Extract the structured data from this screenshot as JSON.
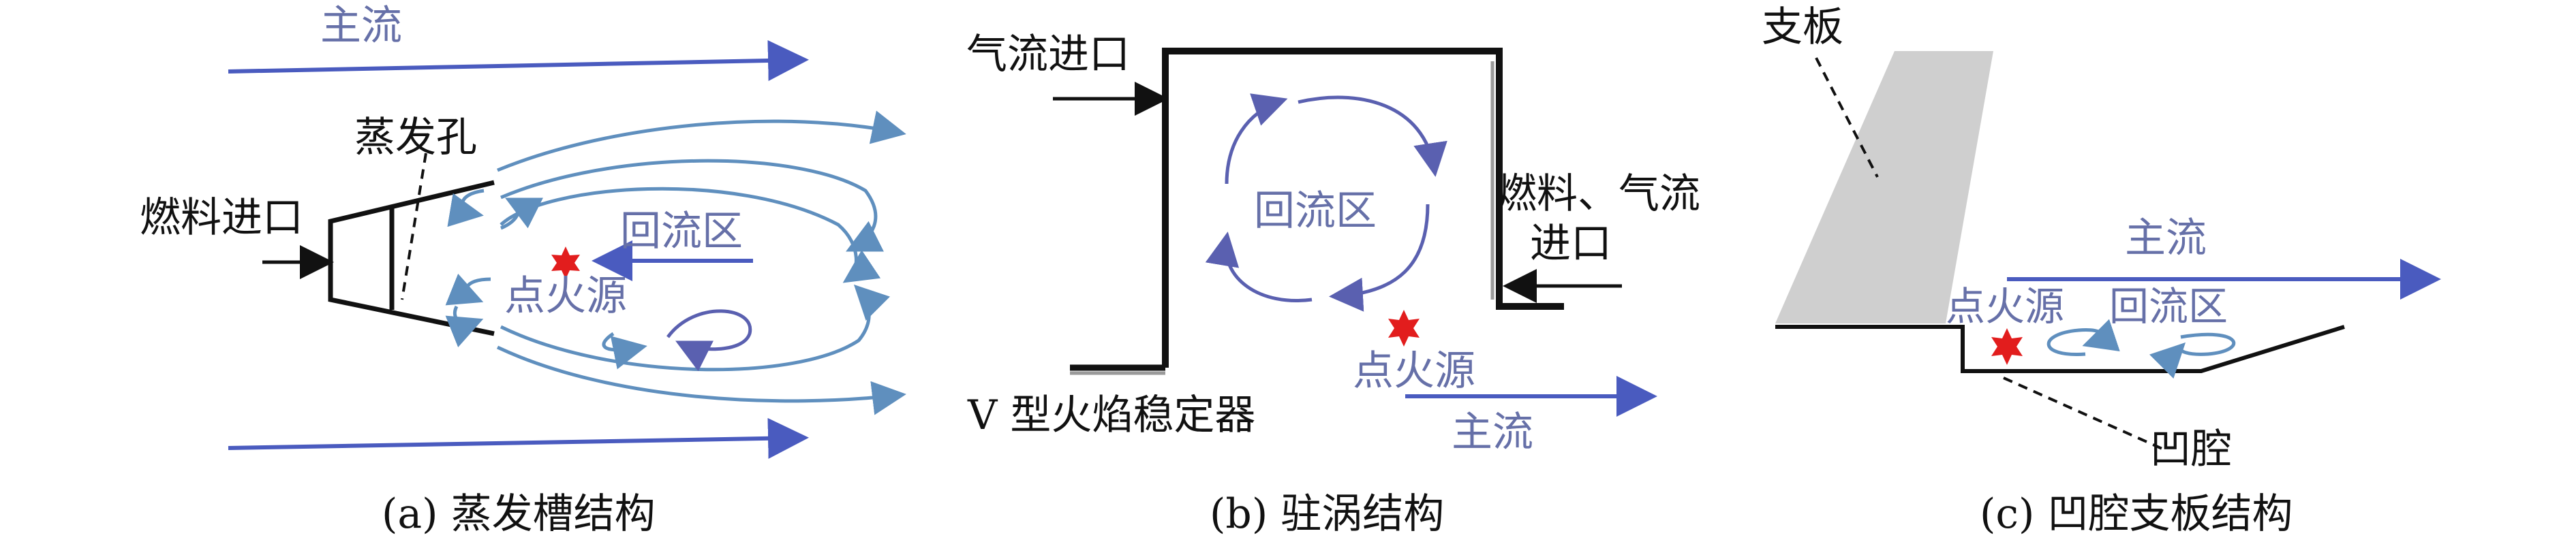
{
  "panel_a": {
    "main_flow": "主流",
    "evaporation_hole": "蒸发孔",
    "fuel_inlet": "燃料进口",
    "recirculation_zone": "回流区",
    "ignition_source": "点火源",
    "caption": "(a) 蒸发槽结构"
  },
  "panel_b": {
    "airflow_inlet": "气流进口",
    "fuel_air_inlet_line1": "燃料、气流",
    "fuel_air_inlet_line2": "进口",
    "recirculation_zone": "回流区",
    "ignition_source": "点火源",
    "v_stabilizer": "V 型火焰稳定器",
    "main_flow": "主流",
    "caption": "(b) 驻涡结构"
  },
  "panel_c": {
    "strut": "支板",
    "main_flow": "主流",
    "ignition_source": "点火源",
    "recirculation_zone": "回流区",
    "cavity": "凹腔",
    "caption": "(c) 凹腔支板结构"
  },
  "colors": {
    "text": "#111111",
    "flow_arrow": "#4a5bbf",
    "streamline": "#5f8fbe",
    "label_blue": "#6670a8",
    "ignition": "#e21d1d",
    "strut_fill": "#cfcfcf"
  }
}
